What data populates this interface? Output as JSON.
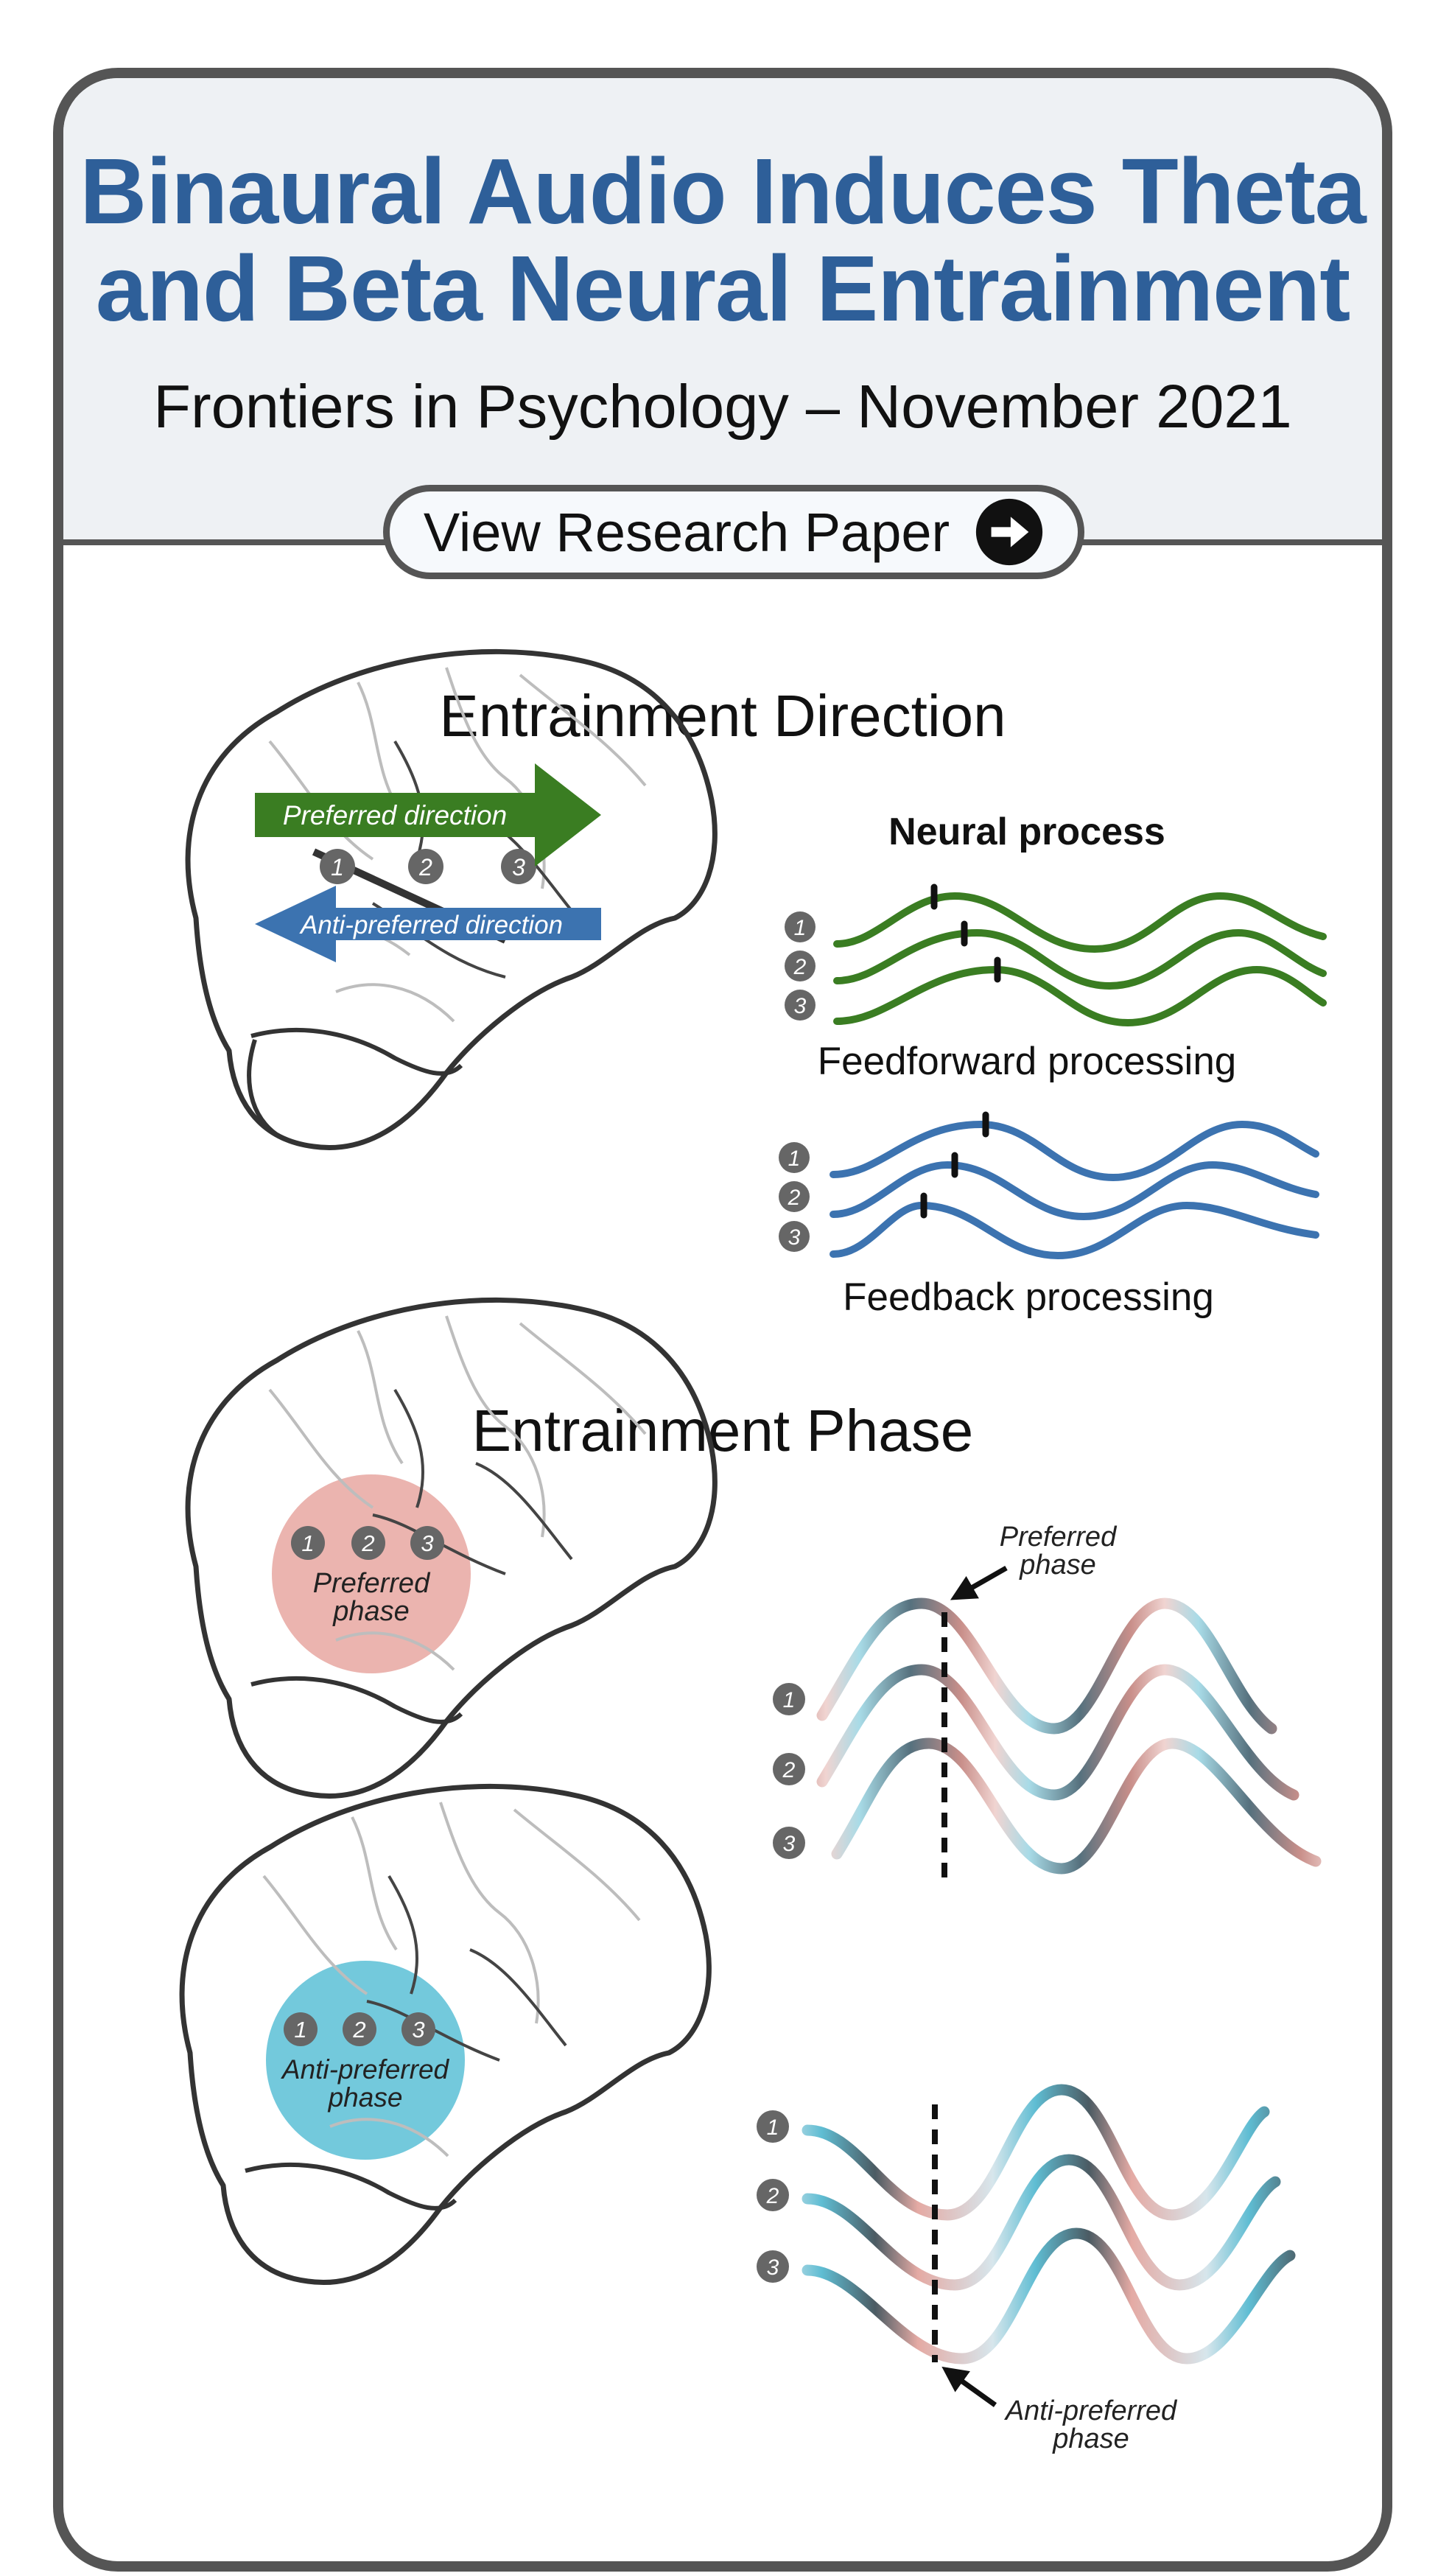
{
  "header": {
    "title_line1": "Binaural Audio Induces Theta",
    "title_line2": "and Beta Neural Entrainment",
    "subtitle": "Frontiers in Psychology – November 2021"
  },
  "paper_button": {
    "label": "View Research Paper",
    "icon": "arrow-right-circle-icon"
  },
  "direction": {
    "title": "Entrainment Direction",
    "brain": {
      "preferred_label": "Preferred direction",
      "anti_preferred_label": "Anti-preferred direction",
      "electrodes": [
        "1",
        "2",
        "3"
      ]
    },
    "panel": {
      "heading": "Neural process",
      "feedforward_label": "Feedforward processing",
      "feedback_label": "Feedback processing",
      "row_numbers": [
        "1",
        "2",
        "3"
      ]
    }
  },
  "phase": {
    "title": "Entrainment Phase",
    "preferred": {
      "brain_label_line1": "Preferred",
      "brain_label_line2": "phase",
      "wave_label_line1": "Preferred",
      "wave_label_line2": "phase",
      "electrodes": [
        "1",
        "2",
        "3"
      ]
    },
    "anti_preferred": {
      "brain_label_line1": "Anti-preferred",
      "brain_label_line2": "phase",
      "wave_label_line1": "Anti-preferred",
      "wave_label_line2": "phase",
      "electrodes": [
        "1",
        "2",
        "3"
      ]
    }
  },
  "colors": {
    "title_blue": "#2e5f99",
    "feedforward_green": "#3a7d22",
    "feedback_blue": "#3c73b0",
    "preferred_pink": "#e8a7a1",
    "anti_preferred_cyan": "#5bbfd6",
    "border_gray": "#555555"
  }
}
